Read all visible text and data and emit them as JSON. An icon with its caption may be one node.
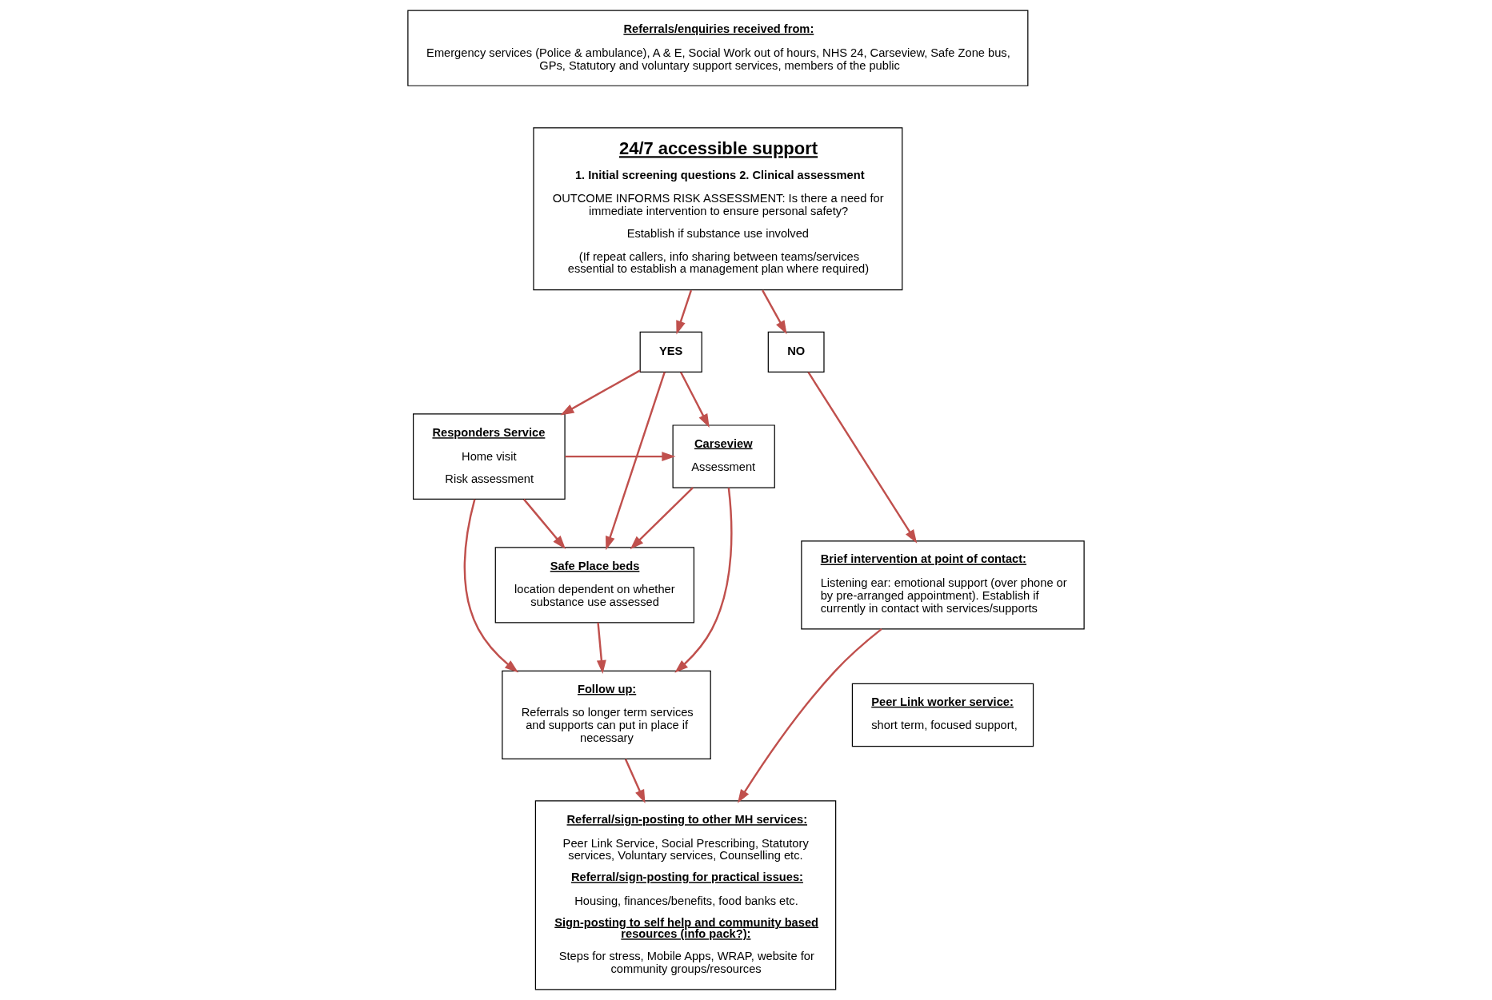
{
  "diagram": {
    "nodes": [
      {
        "text": [
          "Referrals/enquiries received from:",
          "Emergency services (Police & ambulance), A & E, Social Work out of hours, NHS 24, Carseview, Safe Zone bus, GPs, Statutory and voluntary support services, members of the public"
        ]
      },
      {
        "text": [
          "24/7 accessible support",
          "1. Initial screening questions 2. Clinical assessment",
          "OUTCOME INFORMS RISK ASSESSMENT: Is there a need for immediate intervention to ensure personal safety?",
          "Establish if substance use involved",
          "(If repeat callers, info sharing between teams/services essential to establish a management plan where required)"
        ]
      },
      {
        "text": [
          "YES"
        ]
      },
      {
        "text": [
          "NO"
        ]
      },
      {
        "text": [
          "Carseview",
          "Assessment"
        ]
      },
      {
        "text": [
          "Responders Service",
          "Home visit",
          "Risk assessment"
        ]
      },
      {
        "text": [
          "Safe Place beds",
          "location dependent on whether substance use assessed"
        ]
      },
      {
        "text": [
          "Follow up:",
          "Referrals so longer term services and supports can put in place if necessary"
        ]
      },
      {
        "text": [
          "Peer Link worker service:",
          "short term, focused support,"
        ]
      },
      {
        "text": [
          "Brief intervention at point of contact:",
          "Listening ear: emotional support (over phone or by pre-arranged appointment). Establish if currently in contact with services/supports"
        ]
      },
      {
        "text": [
          "Referral/sign-posting to other MH services:",
          "Peer Link Service, Social Prescribing, Statutory services, Voluntary services, Counselling etc.",
          "Referral/sign-posting for practical issues:",
          "Housing, finances/benefits, food banks etc.",
          "Sign-posting to self help and community based resources (info pack?):",
          "Steps for stress, Mobile Apps, WRAP, website for community groups/resources"
        ]
      }
    ],
    "edges": [
      {
        "from": 1,
        "to": 2,
        "arrow": "to"
      },
      {
        "from": 1,
        "to": 3,
        "arrow": "to"
      },
      {
        "from": 2,
        "to": 4,
        "arrow": "to"
      },
      {
        "from": 2,
        "to": 6,
        "arrow": "to"
      },
      {
        "from": 2,
        "to": 5,
        "arrow": "to"
      },
      {
        "from": 5,
        "to": 4,
        "arrow": "to"
      },
      {
        "from": 4,
        "to": 6,
        "arrow": "to"
      },
      {
        "from": 5,
        "to": 6,
        "arrow": "to"
      },
      {
        "from": 4,
        "to": 7,
        "arrow": "to"
      },
      {
        "from": 6,
        "to": 7,
        "arrow": "to"
      },
      {
        "from": 5,
        "to": 7,
        "arrow": "to"
      },
      {
        "from": 3,
        "to": 9,
        "arrow": "to"
      },
      {
        "from": 9,
        "to": 10,
        "arrow": "to"
      },
      {
        "from": 7,
        "to": 10,
        "arrow": "to"
      }
    ]
  }
}
